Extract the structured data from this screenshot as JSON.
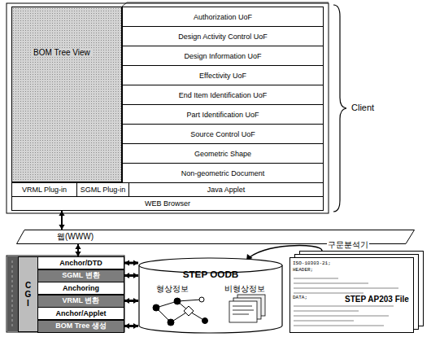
{
  "diagram": {
    "nodes": [
      {
        "text": [
          "BOM Tree View"
        ]
      },
      {
        "text": [
          "Authorization UoF"
        ]
      },
      {
        "text": [
          "Design Activity Control UoF"
        ]
      },
      {
        "text": [
          "Design Information UoF"
        ]
      },
      {
        "text": [
          "Effectivity UoF"
        ]
      },
      {
        "text": [
          "End Item Identification UoF"
        ]
      },
      {
        "text": [
          "Part Identification UoF"
        ]
      },
      {
        "text": [
          "Source Control UoF"
        ]
      },
      {
        "text": [
          "Geometric Shape"
        ]
      },
      {
        "text": [
          "Non-geometric Document"
        ]
      },
      {
        "text": [
          "VRML Plug-in"
        ]
      },
      {
        "text": [
          "SGML Plug-in"
        ]
      },
      {
        "text": [
          "Java Applet"
        ]
      },
      {
        "text": [
          "WEB Browser"
        ]
      },
      {
        "text": [
          "웹(WWW)"
        ]
      },
      {
        "text": [
          "CGI"
        ]
      },
      {
        "text": [
          "Anchor/DTD"
        ]
      },
      {
        "text": [
          "SGML 변환"
        ]
      },
      {
        "text": [
          "Anchoring"
        ]
      },
      {
        "text": [
          "VRML 변환"
        ]
      },
      {
        "text": [
          "Anchor/Applet"
        ]
      },
      {
        "text": [
          "BOM Tree 생성"
        ]
      },
      {
        "text": [
          "STEP OODB",
          "형상정보",
          "비형상정보"
        ]
      },
      {
        "text": [
          "STEP AP203 File"
        ]
      }
    ],
    "edges": [
      {
        "from": 13,
        "to": 14,
        "arrow": "both"
      },
      {
        "from": 14,
        "to": 16,
        "arrow": "both"
      },
      {
        "from": 16,
        "to": 22,
        "arrow": "both"
      },
      {
        "from": 17,
        "to": 22,
        "arrow": "both"
      },
      {
        "from": 19,
        "to": 22,
        "arrow": "both"
      },
      {
        "from": 21,
        "to": 22,
        "arrow": "both"
      },
      {
        "from": 23,
        "to": 22,
        "label": "구문분석기",
        "arrow": "to"
      }
    ],
    "labels": [
      "Client",
      "ISO-10303-21;",
      "HEADER;",
      "DATA;"
    ]
  }
}
